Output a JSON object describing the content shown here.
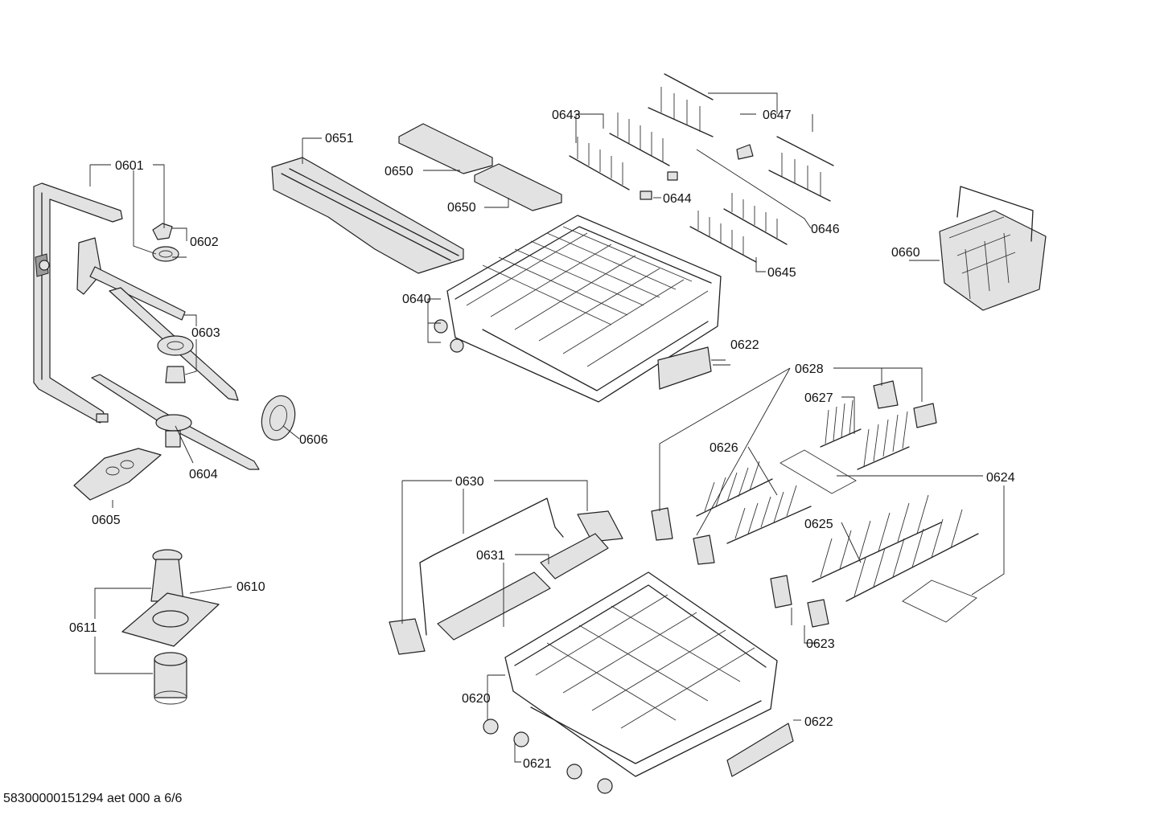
{
  "footer": {
    "document_code": "58300000151294 aet 000 a 6/6"
  },
  "callouts": {
    "c0601": "0601",
    "c0602": "0602",
    "c0603": "0603",
    "c0604": "0604",
    "c0605": "0605",
    "c0606": "0606",
    "c0610": "0610",
    "c0611": "0611",
    "c0620": "0620",
    "c0621": "0621",
    "c0622a": "0622",
    "c0622b": "0622",
    "c0623": "0623",
    "c0624": "0624",
    "c0625": "0625",
    "c0626": "0626",
    "c0627": "0627",
    "c0628": "0628",
    "c0630": "0630",
    "c0631": "0631",
    "c0640": "0640",
    "c0643": "0643",
    "c0644": "0644",
    "c0645": "0645",
    "c0646": "0646",
    "c0647": "0647",
    "c0650a": "0650",
    "c0650b": "0650",
    "c0651": "0651",
    "c0660": "0660"
  }
}
